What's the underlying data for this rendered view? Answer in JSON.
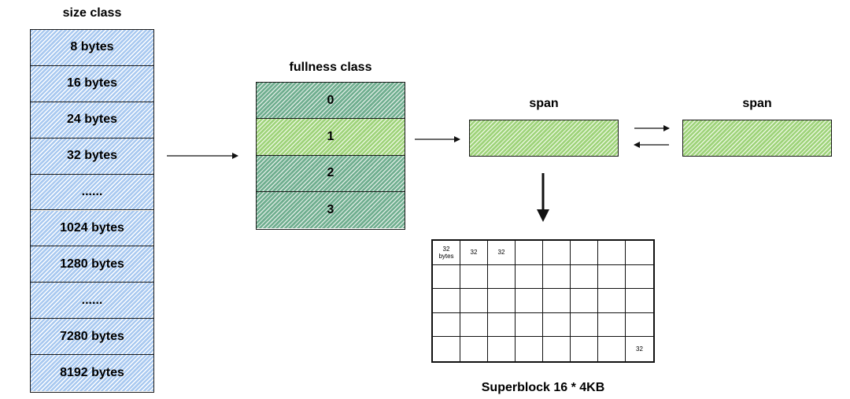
{
  "size_class": {
    "title": "size class",
    "items": [
      "8 bytes",
      "16 bytes",
      "24 bytes",
      "32 bytes",
      "......",
      "1024 bytes",
      "1280 bytes",
      "......",
      "7280 bytes",
      "8192 bytes"
    ]
  },
  "fullness_class": {
    "title": "fullness class",
    "items": [
      "0",
      "1",
      "2",
      "3"
    ],
    "highlighted_index": 1
  },
  "spans": [
    {
      "title": "span"
    },
    {
      "title": "span"
    }
  ],
  "superblock": {
    "title": "Superblock 16 * 4KB",
    "rows": [
      [
        "32\nbytes",
        "32",
        "32",
        "",
        "",
        "",
        "",
        ""
      ],
      [
        "",
        "",
        "",
        "",
        "",
        "",
        "",
        ""
      ],
      [
        "",
        "",
        "",
        "",
        "",
        "",
        "",
        ""
      ],
      [
        "",
        "",
        "",
        "",
        "",
        "",
        "",
        ""
      ],
      [
        "",
        "",
        "",
        "",
        "",
        "",
        "",
        "32"
      ]
    ]
  },
  "colors": {
    "size_class_fill": "#a9c9f0",
    "fullness_fill": "#6fae8f",
    "highlight_fill": "#9ed37a"
  }
}
